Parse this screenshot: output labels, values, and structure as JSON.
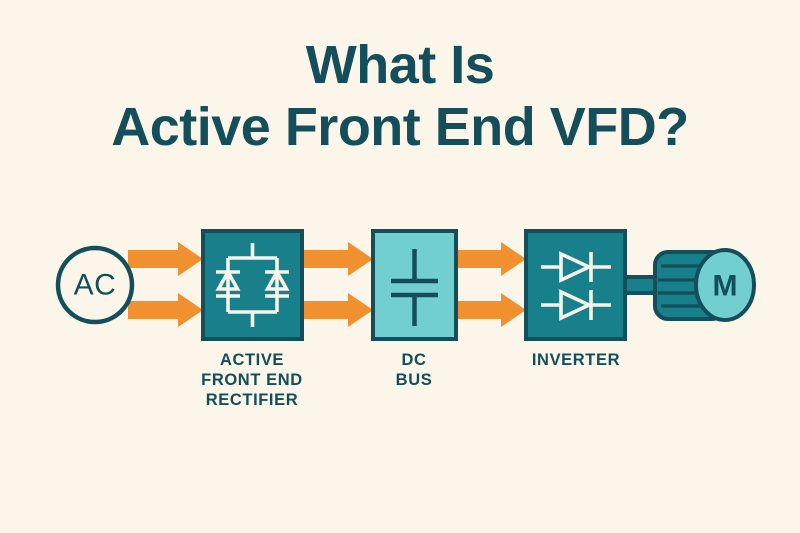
{
  "page": {
    "background_color": "#FBF6E9"
  },
  "title": {
    "line1": "What Is",
    "line2": "Active Front End VFD?",
    "color": "#134E5A"
  },
  "palette": {
    "background": "#FBF6E9",
    "dark_teal": "#134E5A",
    "teal": "#17808A",
    "light_teal": "#72CFCF",
    "orange": "#F0902E",
    "white": "#F7F4EA"
  },
  "diagram": {
    "type": "block-diagram",
    "source": {
      "label": "AC",
      "shape": "circle",
      "name": "ac-source"
    },
    "blocks": [
      {
        "id": "rectifier",
        "label": "ACTIVE\nFRONT END\nRECTIFIER",
        "label_lines": [
          "ACTIVE",
          "FRONT END",
          "RECTIFIER"
        ],
        "symbol": "diode-bridge",
        "fill": "#17808A",
        "stroke": "#134E5A"
      },
      {
        "id": "dc-bus",
        "label": "DC\nBUS",
        "label_lines": [
          "DC",
          "BUS"
        ],
        "symbol": "capacitor",
        "fill": "#72CFCF",
        "stroke": "#134E5A"
      },
      {
        "id": "inverter",
        "label": "INVERTER",
        "label_lines": [
          "INVERTER"
        ],
        "symbol": "dual-diode",
        "fill": "#17808A",
        "stroke": "#134E5A"
      }
    ],
    "load": {
      "label": "M",
      "shape": "motor",
      "name": "motor"
    },
    "arrows": {
      "color": "#F0902E",
      "count": 6,
      "direction": "right"
    }
  }
}
